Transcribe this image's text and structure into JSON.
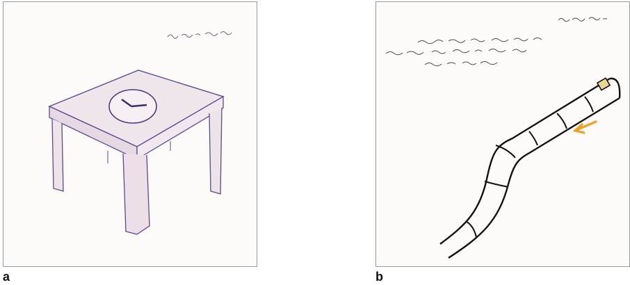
{
  "panels": [
    {
      "label": "a",
      "subject": "side-table-with-clock-sketch"
    },
    {
      "label": "b",
      "subject": "segmented-flexible-tube-sketch"
    }
  ],
  "colors": {
    "pencil": "#5a4a8a",
    "dark_ink": "#1a1a1a",
    "table_shading": "#ede0e8",
    "arrow": "#f0a020",
    "frame": "#9a9a9a"
  }
}
